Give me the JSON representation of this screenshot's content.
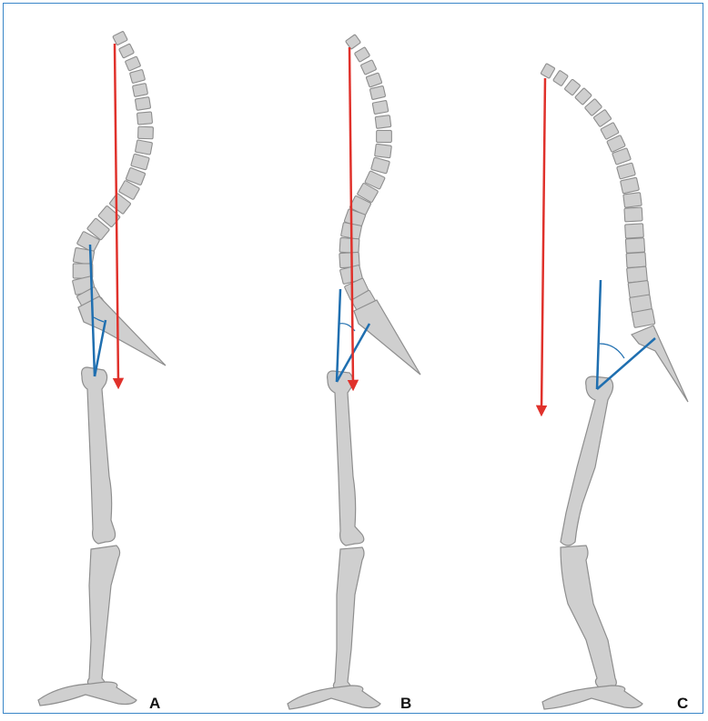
{
  "figure": {
    "border_color": "#3a86c8",
    "bone_fill": "#cfcfcf",
    "bone_stroke": "#8e8e8e",
    "gravity_line_color": "#e0312b",
    "angle_line_color": "#1f6fb0",
    "panels": [
      {
        "label": "A"
      },
      {
        "label": "B"
      },
      {
        "label": "C"
      }
    ]
  }
}
